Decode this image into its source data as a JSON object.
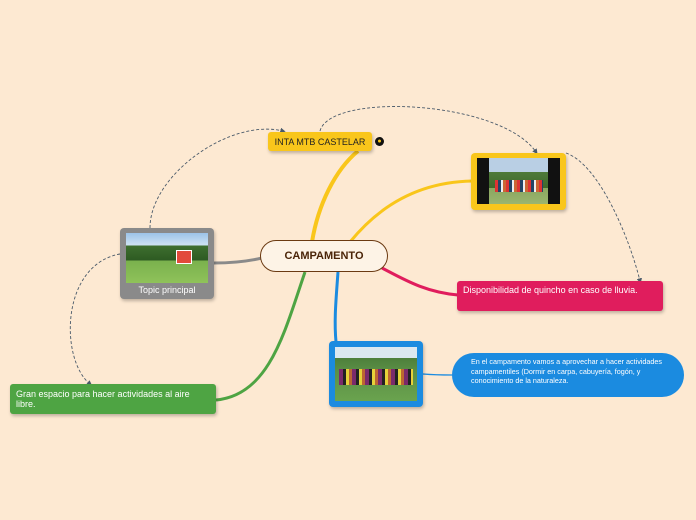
{
  "central": {
    "label": "CAMPAMENTO"
  },
  "inta": {
    "label": "INTA MTB CASTELAR",
    "link_icon": "globe-link-icon"
  },
  "topic": {
    "label": "Topic principal",
    "image": "park-entrance-photo"
  },
  "photo_top": {
    "image": "group-camp-photo"
  },
  "quincho": {
    "label": "Disponibilidad de quincho en caso de lluvia."
  },
  "photo_bottom": {
    "image": "campers-on-grass-photo"
  },
  "actividades": {
    "label": "En el campamento vamos a aprovechar a hacer actividades campamentiles (Dormir en carpa, cabuyería, fogón, y conocimiento de la naturaleza."
  },
  "espacio": {
    "label": "Gran espacio para hacer actividades al aire libre."
  },
  "colors": {
    "background": "#fde9d2",
    "central_border": "#6b3a12",
    "yellow": "#f9c61b",
    "gray": "#8a8a8a",
    "pink": "#e01d5d",
    "blue": "#1b8be0",
    "green": "#4ea443"
  }
}
